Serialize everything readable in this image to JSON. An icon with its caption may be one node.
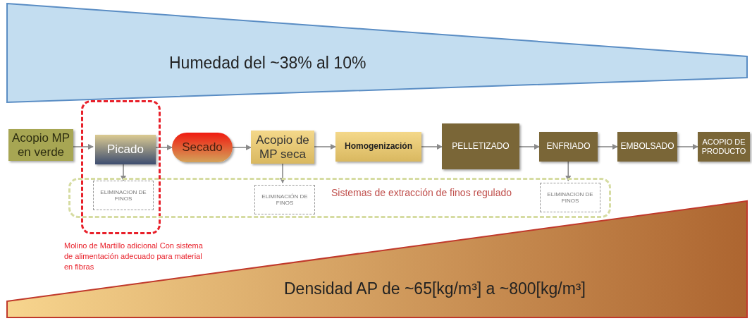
{
  "diagram": {
    "nodes": [
      {
        "text": [
          "Humedad del ~38% al 10%"
        ]
      },
      {
        "text": [
          "Acopio MP en verde"
        ]
      },
      {
        "text": [
          "Molino de Martillo adicional Con sistema de alimentación adecuado para material en fibras"
        ]
      },
      {
        "text": [
          "Picado"
        ],
        "in": 2
      },
      {
        "text": [
          "Secado"
        ]
      },
      {
        "text": [
          "Acopio de MP seca"
        ]
      },
      {
        "text": [
          "Homogenización"
        ]
      },
      {
        "text": [
          "PELLETIZADO"
        ]
      },
      {
        "text": [
          "ENFRIADO"
        ]
      },
      {
        "text": [
          "EMBOLSADO"
        ]
      },
      {
        "text": [
          "ACOPIO DE PRODUCTO"
        ]
      },
      {
        "text": [
          "Sistemas de extracción de finos regulado"
        ]
      },
      {
        "text": [
          "ELIMINACION DE FINOS"
        ]
      },
      {
        "text": [
          "ELIMINACIÓN DE FINOS"
        ],
        "in": 11
      },
      {
        "text": [
          "ELIMINACION DE FINOS"
        ],
        "in": 11
      },
      {
        "text": [
          "Densidad AP de ~65[kg/m³] a ~800[kg/m³]"
        ]
      }
    ],
    "edges": [
      {
        "from": 1,
        "to": 3,
        "arrow": "to"
      },
      {
        "from": 3,
        "to": 4,
        "arrow": "to"
      },
      {
        "from": 4,
        "to": 5,
        "arrow": "to"
      },
      {
        "from": 5,
        "to": 6,
        "arrow": "to"
      },
      {
        "from": 6,
        "to": 7,
        "arrow": "to"
      },
      {
        "from": 7,
        "to": 8,
        "arrow": "to"
      },
      {
        "from": 8,
        "to": 9,
        "arrow": "to"
      },
      {
        "from": 9,
        "to": 10,
        "arrow": "to"
      },
      {
        "from": 3,
        "to": 12,
        "arrow": "to"
      },
      {
        "from": 5,
        "to": 13,
        "arrow": "to"
      },
      {
        "from": 8,
        "to": 14,
        "arrow": "to"
      }
    ]
  }
}
